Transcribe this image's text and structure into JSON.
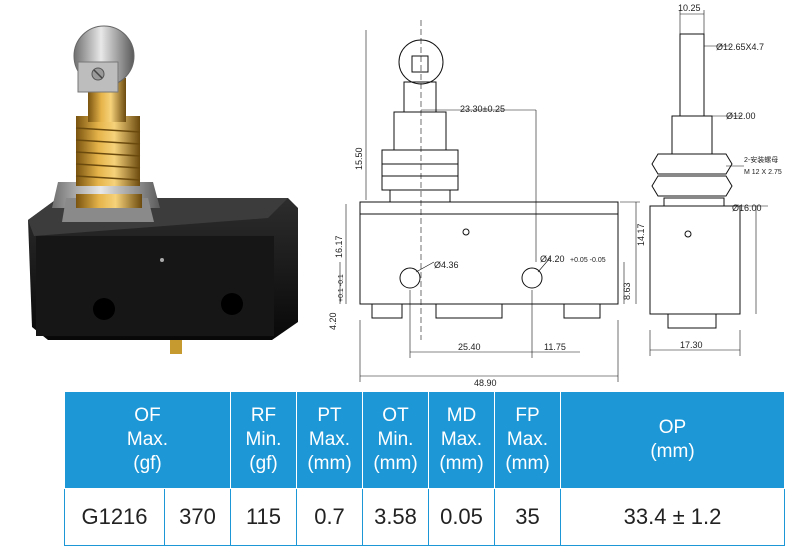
{
  "drawing": {
    "dims": {
      "roller": "Ø12.65X4.7",
      "width_top": "10.25",
      "offset": "23.30±0.25",
      "plunger_h": "15.50",
      "body_h_left": "16.17",
      "body_h_right": "14.17",
      "hole1": "Ø4.36",
      "hole2": "Ø4.20",
      "hole2_tol": "+0.05 -0.05",
      "h_low_left": "4.20",
      "h_low_left_tol": "+0.1 -0.1",
      "h_low_right": "8.63",
      "spacing_a": "25.40",
      "spacing_b": "11.75",
      "total_w": "48.90",
      "thread_d": "Ø12.00",
      "nut_note": "2-安装螺母",
      "nut_thread": "M 12 X 2.75",
      "collar_d": "Ø16.00",
      "side_w": "17.30"
    }
  },
  "table": {
    "headers": [
      [
        "OF",
        "Max.",
        "(gf)"
      ],
      [
        "RF",
        "Min.",
        "(gf)"
      ],
      [
        "PT",
        "Max.",
        "(mm)"
      ],
      [
        "OT",
        "Min.",
        "(mm)"
      ],
      [
        "MD",
        "Max.",
        "(mm)"
      ],
      [
        "FP",
        "Max.",
        "(mm)"
      ],
      [
        "OP",
        "(mm)"
      ]
    ],
    "row": [
      "G1216",
      "370",
      "115",
      "0.7",
      "3.58",
      "0.05",
      "35",
      "33.4 ± 1.2"
    ]
  }
}
